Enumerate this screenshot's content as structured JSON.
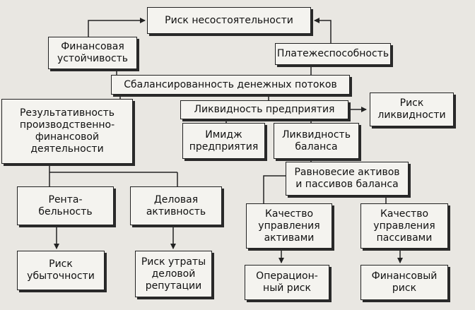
{
  "nodes": {
    "insolvency": "Риск несостоятельности",
    "fin_stability": "Финансовая\nустойчивость",
    "solvency": "Платежеспособность",
    "cash_balance": "Сбалансированность денежных потоков",
    "performance": "Результативность\nпроизводственно-\nфинансовой\nдеятельности",
    "liquidity_ent": "Ликвидность предприятия",
    "liquidity_risk": "Риск\nликвидности",
    "image": "Имидж\nпредприятия",
    "balance_liq": "Ликвидность\nбаланса",
    "equilibrium": "Равновесие активов\nи пассивов баланса",
    "profitability": "Рента-\nбельность",
    "business_activity": "Деловая\nактивность",
    "asset_quality": "Качество\nуправления\nактивами",
    "liability_quality": "Качество\nуправления\nпассивами",
    "loss_risk": "Риск\nубыточности",
    "reputation_risk": "Риск утраты\nделовой\nрепутации",
    "operational_risk": "Операцион-\nный риск",
    "financial_risk": "Финансовый\nриск"
  }
}
